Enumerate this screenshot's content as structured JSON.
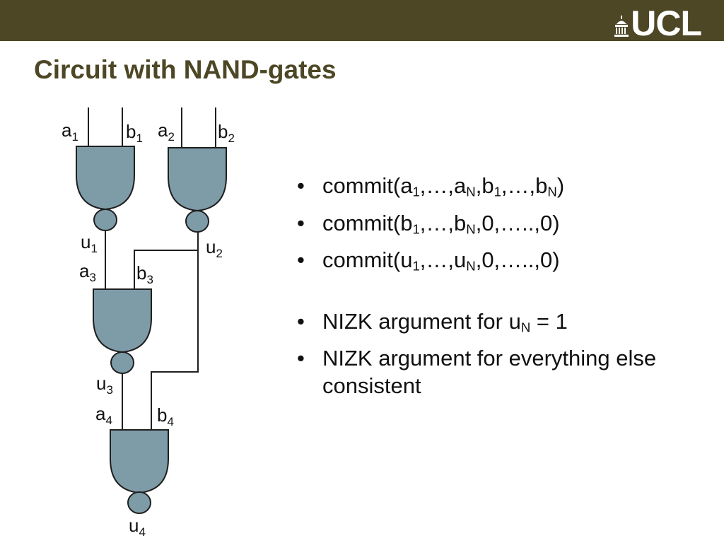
{
  "slide": {
    "title": "Circuit with NAND-gates",
    "logo_text": "UCL"
  },
  "diagram": {
    "labels": [
      {
        "id": "a1",
        "base": "a",
        "sub": "1"
      },
      {
        "id": "b1",
        "base": "b",
        "sub": "1"
      },
      {
        "id": "a2",
        "base": "a",
        "sub": "2"
      },
      {
        "id": "b2",
        "base": "b",
        "sub": "2"
      },
      {
        "id": "u1",
        "base": "u",
        "sub": "1"
      },
      {
        "id": "u2",
        "base": "u",
        "sub": "2"
      },
      {
        "id": "a3",
        "base": "a",
        "sub": "3"
      },
      {
        "id": "b3",
        "base": "b",
        "sub": "3"
      },
      {
        "id": "u3",
        "base": "u",
        "sub": "3"
      },
      {
        "id": "a4",
        "base": "a",
        "sub": "4"
      },
      {
        "id": "b4",
        "base": "b",
        "sub": "4"
      },
      {
        "id": "u4",
        "base": "u",
        "sub": "4"
      }
    ],
    "gate_color": "#7e9ca8"
  },
  "bullets": [
    {
      "segments": [
        {
          "t": "commit(a"
        },
        {
          "s": "1"
        },
        {
          "t": ",…,a"
        },
        {
          "s": "N"
        },
        {
          "t": ",b"
        },
        {
          "s": "1"
        },
        {
          "t": ",…,b"
        },
        {
          "s": "N"
        },
        {
          "t": ")"
        }
      ]
    },
    {
      "segments": [
        {
          "t": "commit(b"
        },
        {
          "s": "1"
        },
        {
          "t": ",…,b"
        },
        {
          "s": "N"
        },
        {
          "t": ",0,…..,0)"
        }
      ]
    },
    {
      "segments": [
        {
          "t": "commit(u"
        },
        {
          "s": "1"
        },
        {
          "t": ",…,u"
        },
        {
          "s": "N"
        },
        {
          "t": ",0,…..,0)"
        }
      ]
    },
    {
      "segments": [
        {
          "t": "NIZK argument for u"
        },
        {
          "s": "N"
        },
        {
          "t": " = 1"
        }
      ]
    },
    {
      "segments": [
        {
          "t": "NIZK argument for everything else consistent"
        }
      ]
    }
  ],
  "colors": {
    "header_bar": "#4d4725",
    "title": "#4d4725",
    "gate_fill": "#7e9ca8"
  }
}
